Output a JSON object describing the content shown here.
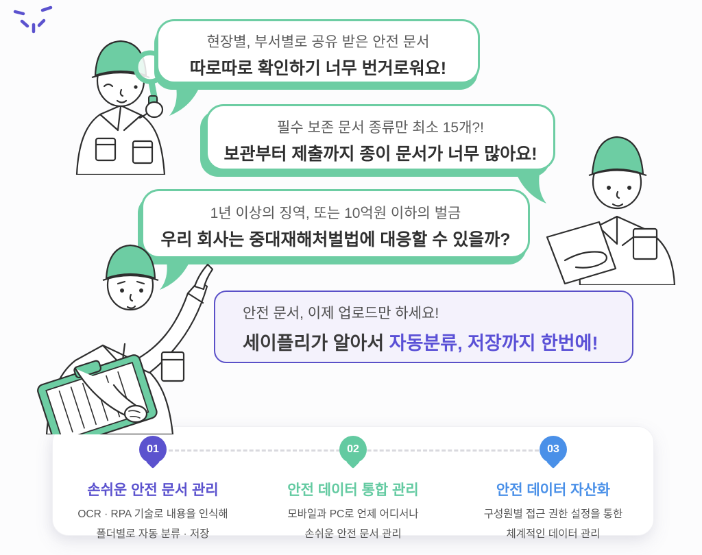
{
  "colors": {
    "green": "#6DCDA3",
    "purple": "#5A50CE",
    "blue": "#4A90E8",
    "cta_border": "#5A50C8",
    "cta_bg": "#F4F2FC",
    "highlight": "#5A50D6",
    "sparkle": "#5B52CE"
  },
  "bubbles": [
    {
      "line1": "현장별, 부서별로 공유 받은 안전 문서",
      "line2": "따로따로 확인하기 너무 번거로워요!"
    },
    {
      "line1": "필수 보존 문서 종류만 최소 15개?!",
      "line2": "보관부터 제출까지 종이 문서가 너무 많아요!"
    },
    {
      "line1": "1년 이상의 징역, 또는 10억원 이하의 벌금",
      "line2": "우리 회사는 중대재해처벌법에 대응할 수 있을까?"
    }
  ],
  "cta": {
    "line1": "안전 문서, 이제 업로드만 하세요!",
    "line2_prefix": "세이플리가 알아서 ",
    "line2_highlight": "자동분류, 저장까지 한번에!",
    "highlight_color": "#5A50D6"
  },
  "steps": [
    {
      "number": "01",
      "title": "손쉬운 안전 문서 관리",
      "line1": "OCR · RPA 기술로 내용을 인식해",
      "line2": "폴더별로 자동 분류 · 저장",
      "color": "#5B52CE"
    },
    {
      "number": "02",
      "title": "안전 데이터 통합 관리",
      "line1": "모바일과 PC로 언제 어디서나",
      "line2": "손쉬운 안전 문서 관리",
      "color": "#63CAA1"
    },
    {
      "number": "03",
      "title": "안전 데이터 자산화",
      "line1": "구성원별 접근 권한 설정을 통한",
      "line2": "체계적인 데이터 관리",
      "color": "#4A90E8"
    }
  ]
}
